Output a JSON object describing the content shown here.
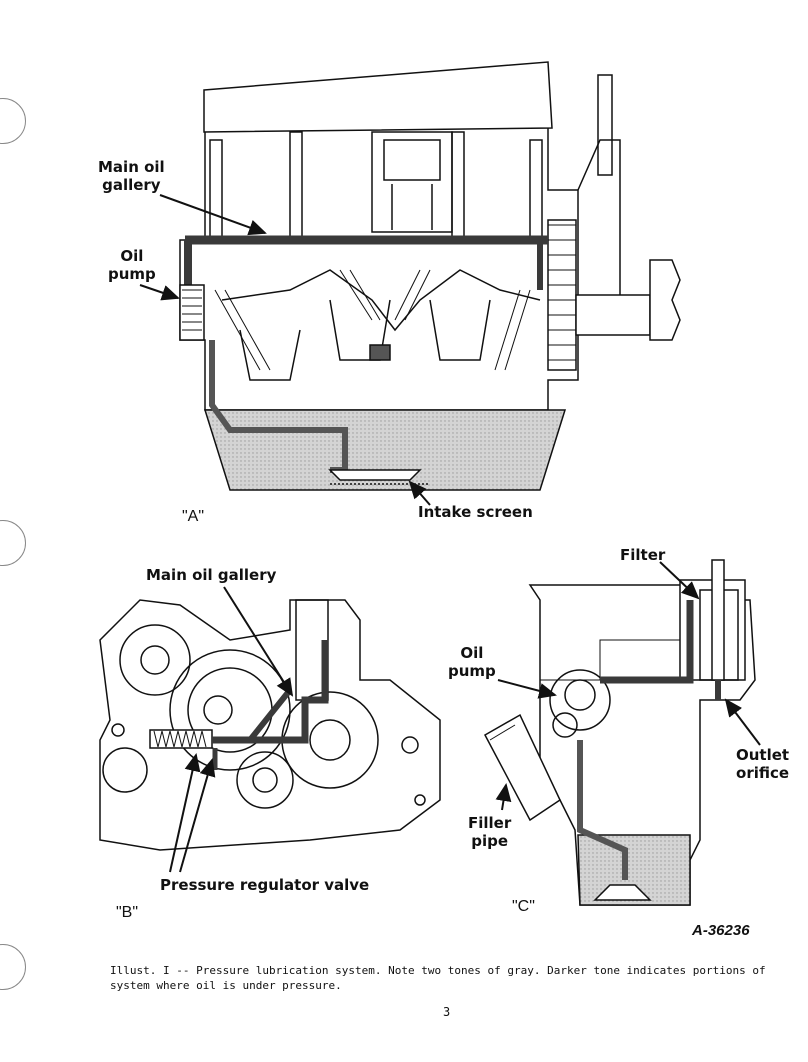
{
  "labels": {
    "main_oil_gallery_a": "Main oil\ngallery",
    "oil_pump_a": "Oil\npump",
    "intake_screen": "Intake screen",
    "main_oil_gallery_b": "Main oil gallery",
    "pressure_regulator_valve": "Pressure regulator valve",
    "filter": "Filter",
    "oil_pump_c": "Oil\npump",
    "outlet_orifice": "Outlet\norifice",
    "filler_pipe": "Filler\npipe"
  },
  "figure_tags": {
    "a": "\"A\"",
    "b": "\"B\"",
    "c": "\"C\""
  },
  "figure_id": "A-36236",
  "caption": "Illust. I -- Pressure lubrication system.  Note two tones of gray.  Darker tone indicates portions of system where oil is under pressure.",
  "page_number": "3",
  "colors": {
    "ink": "#111111",
    "pressure_oil": "#3a3a3a",
    "sump_oil": "#c8c8c8",
    "paper": "#ffffff"
  }
}
